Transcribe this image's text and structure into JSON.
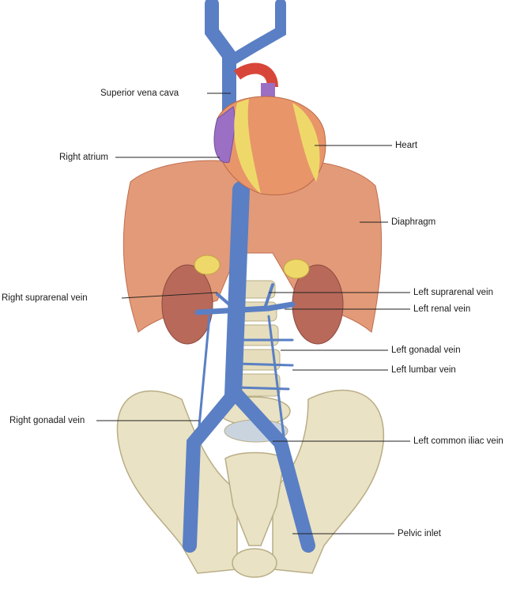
{
  "labels": {
    "superior_vena_cava": "Superior vena cava",
    "right_atrium": "Right atrium",
    "heart": "Heart",
    "diaphragm": "Diaphragm",
    "right_suprarenal_vein": "Right suprarenal vein",
    "left_suprarenal_vein": "Left suprarenal vein",
    "left_renal_vein": "Left renal vein",
    "left_gonadal_vein": "Left gonadal vein",
    "left_lumbar_vein": "Left lumbar vein",
    "right_gonadal_vein": "Right gonadal vein",
    "left_common_iliac_vein": "Left common iliac vein",
    "pelvic_inlet": "Pelvic inlet"
  },
  "colors": {
    "vein": "#5a7fc4",
    "heart": "#e8956a",
    "fat": "#efd86a",
    "muscle": "#e39a78",
    "bone": "#e9e2c4",
    "artery": "#d8463a",
    "pulmonary": "#9a6fc4"
  }
}
